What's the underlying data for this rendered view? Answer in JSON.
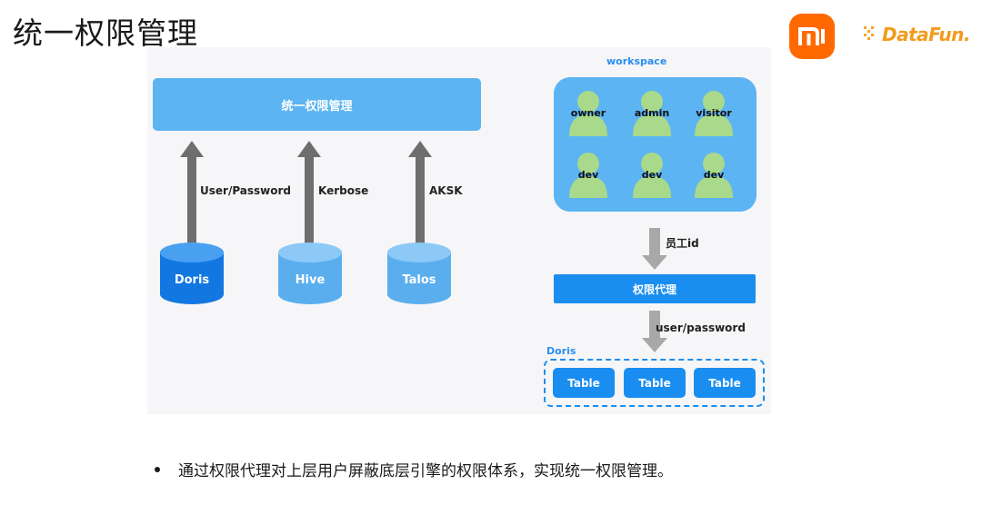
{
  "page": {
    "title": "统一权限管理"
  },
  "logos": {
    "xiaomi": "mi",
    "datafun_a": "DataFun",
    "datafun_b": "."
  },
  "left": {
    "unified_label": "统一权限管理",
    "arrows": [
      "User/Password",
      "Kerbose",
      "AKSK"
    ],
    "engines": [
      "Doris",
      "Hive",
      "Talos"
    ]
  },
  "right": {
    "workspace_label": "workspace",
    "users": [
      "owner",
      "admin",
      "visitor",
      "dev",
      "dev",
      "dev"
    ],
    "arrow1_label": "员工id",
    "proxy_label": "权限代理",
    "arrow2_label": "user/password",
    "doris_label": "Doris",
    "tables": [
      "Table",
      "Table",
      "Table"
    ]
  },
  "caption": "通过权限代理对上层用户屏蔽底层引擎的权限体系，实现统一权限管理。",
  "colors": {
    "brand_orange": "#ff6900",
    "bar_blue": "#5cb4f2",
    "primary_blue": "#1a8ef0",
    "user_green": "#a9d98a"
  }
}
